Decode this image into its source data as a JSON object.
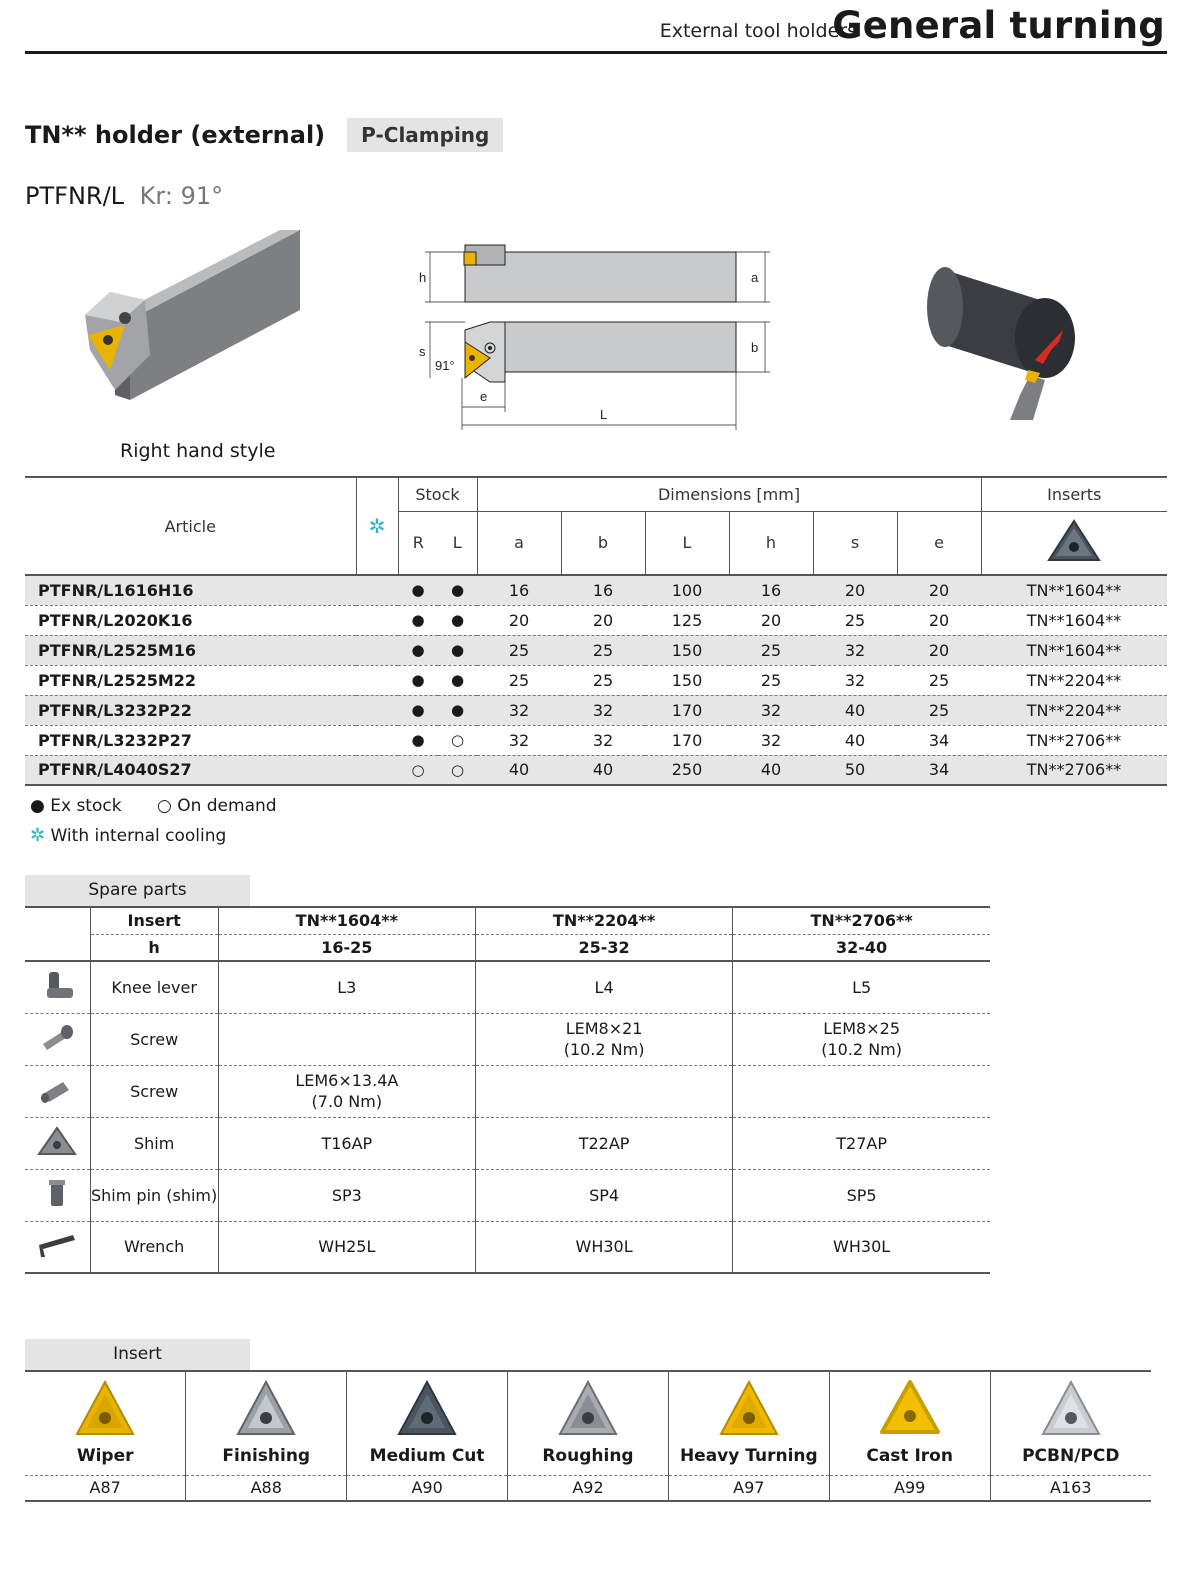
{
  "header": {
    "subtitle": "External tool holders",
    "title": "General turning"
  },
  "product": {
    "title": "TN** holder (external)",
    "clamping": "P-Clamping",
    "model": "PTFNR/L",
    "kr": "Kr: 91°"
  },
  "images": {
    "caption": "Right hand style",
    "drawing_labels": {
      "h": "h",
      "a": "a",
      "s": "s",
      "b": "b",
      "angle": "91°",
      "e": "e",
      "L": "L"
    }
  },
  "main_table": {
    "headers": {
      "article": "Article",
      "stock": "Stock",
      "dimensions": "Dimensions [mm]",
      "inserts": "Inserts",
      "R": "R",
      "L": "L",
      "a": "a",
      "b": "b",
      "len": "L",
      "h": "h",
      "s": "s",
      "e": "e"
    },
    "rows": [
      {
        "article": "PTFNR/L1616H16",
        "R": "●",
        "L": "●",
        "a": "16",
        "b": "16",
        "len": "100",
        "h": "16",
        "s": "20",
        "e": "20",
        "insert": "TN**1604**"
      },
      {
        "article": "PTFNR/L2020K16",
        "R": "●",
        "L": "●",
        "a": "20",
        "b": "20",
        "len": "125",
        "h": "20",
        "s": "25",
        "e": "20",
        "insert": "TN**1604**"
      },
      {
        "article": "PTFNR/L2525M16",
        "R": "●",
        "L": "●",
        "a": "25",
        "b": "25",
        "len": "150",
        "h": "25",
        "s": "32",
        "e": "20",
        "insert": "TN**1604**"
      },
      {
        "article": "PTFNR/L2525M22",
        "R": "●",
        "L": "●",
        "a": "25",
        "b": "25",
        "len": "150",
        "h": "25",
        "s": "32",
        "e": "25",
        "insert": "TN**2204**"
      },
      {
        "article": "PTFNR/L3232P22",
        "R": "●",
        "L": "●",
        "a": "32",
        "b": "32",
        "len": "170",
        "h": "32",
        "s": "40",
        "e": "25",
        "insert": "TN**2204**"
      },
      {
        "article": "PTFNR/L3232P27",
        "R": "●",
        "L": "○",
        "a": "32",
        "b": "32",
        "len": "170",
        "h": "32",
        "s": "40",
        "e": "34",
        "insert": "TN**2706**"
      },
      {
        "article": "PTFNR/L4040S27",
        "R": "○",
        "L": "○",
        "a": "40",
        "b": "40",
        "len": "250",
        "h": "40",
        "s": "50",
        "e": "34",
        "insert": "TN**2706**"
      }
    ]
  },
  "legend": {
    "ex_stock": "● Ex stock",
    "on_demand": "○ On demand",
    "cooling_symbol": "✲",
    "cooling": "With internal cooling"
  },
  "spare_parts": {
    "label": "Spare parts",
    "insert_label": "Insert",
    "h_label": "h",
    "columns": [
      {
        "insert": "TN**1604**",
        "h": "16-25"
      },
      {
        "insert": "TN**2204**",
        "h": "25-32"
      },
      {
        "insert": "TN**2706**",
        "h": "32-40"
      }
    ],
    "rows": [
      {
        "icon": "knee-lever-icon",
        "name": "Knee lever",
        "v1": "L3",
        "v1b": "",
        "v2": "L4",
        "v2b": "",
        "v3": "L5",
        "v3b": ""
      },
      {
        "icon": "screw-icon",
        "name": "Screw",
        "v1": "",
        "v1b": "",
        "v2": "LEM8×21",
        "v2b": "(10.2 Nm)",
        "v3": "LEM8×25",
        "v3b": "(10.2 Nm)"
      },
      {
        "icon": "screw-icon",
        "name": "Screw",
        "v1": "LEM6×13.4A",
        "v1b": "(7.0 Nm)",
        "v2": "",
        "v2b": "",
        "v3": "",
        "v3b": ""
      },
      {
        "icon": "shim-icon",
        "name": "Shim",
        "v1": "T16AP",
        "v1b": "",
        "v2": "T22AP",
        "v2b": "",
        "v3": "T27AP",
        "v3b": ""
      },
      {
        "icon": "shim-pin-icon",
        "name": "Shim pin (shim)",
        "v1": "SP3",
        "v1b": "",
        "v2": "SP4",
        "v2b": "",
        "v3": "SP5",
        "v3b": ""
      },
      {
        "icon": "wrench-icon",
        "name": "Wrench",
        "v1": "WH25L",
        "v1b": "",
        "v2": "WH30L",
        "v2b": "",
        "v3": "WH30L",
        "v3b": ""
      }
    ]
  },
  "inserts": {
    "label": "Insert",
    "items": [
      {
        "name": "Wiper",
        "page": "A87",
        "color": "#e8b400"
      },
      {
        "name": "Finishing",
        "page": "A88",
        "color": "#9aa0a6"
      },
      {
        "name": "Medium Cut",
        "page": "A90",
        "color": "#4a5560"
      },
      {
        "name": "Roughing",
        "page": "A92",
        "color": "#a9adb2"
      },
      {
        "name": "Heavy Turning",
        "page": "A97",
        "color": "#f0b800"
      },
      {
        "name": "Cast Iron",
        "page": "A99",
        "color": "#f2c000"
      },
      {
        "name": "PCBN/PCD",
        "page": "A163",
        "color": "#c8ccd0"
      }
    ]
  }
}
